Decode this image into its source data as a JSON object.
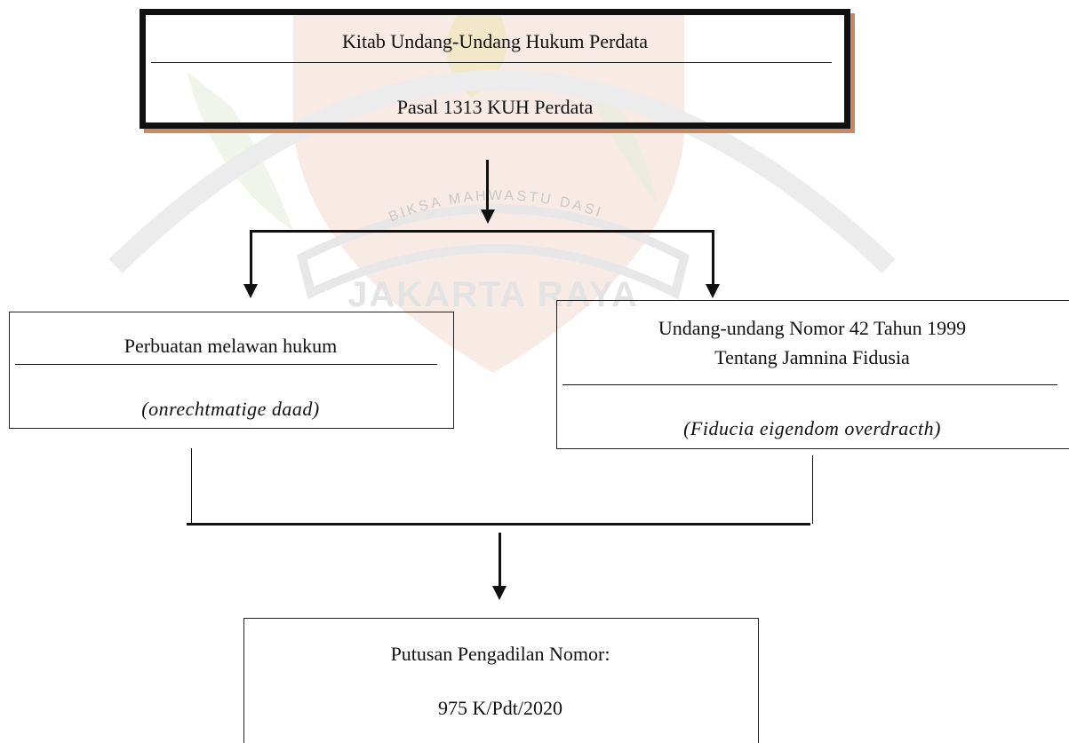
{
  "watermark": {
    "arc_text": "BIKSA MAHWASTU DASI",
    "name_text": "JAKARTA RAYA"
  },
  "top_box": {
    "title": "Kitab Undang-Undang Hukum Perdata",
    "subtitle": "Pasal 1313  KUH Perdata"
  },
  "left_box": {
    "title": "Perbuatan melawan hukum",
    "subtitle": "(onrechtmatige daad)"
  },
  "right_box": {
    "title_line1": "Undang-undang Nomor 42 Tahun 1999",
    "title_line2": "Tentang Jamnina Fidusia",
    "subtitle": "(Fiducia eigendom overdracth)"
  },
  "bottom_box": {
    "title": "Putusan Pengadilan Nomor:",
    "number": "975 K/Pdt/2020"
  }
}
